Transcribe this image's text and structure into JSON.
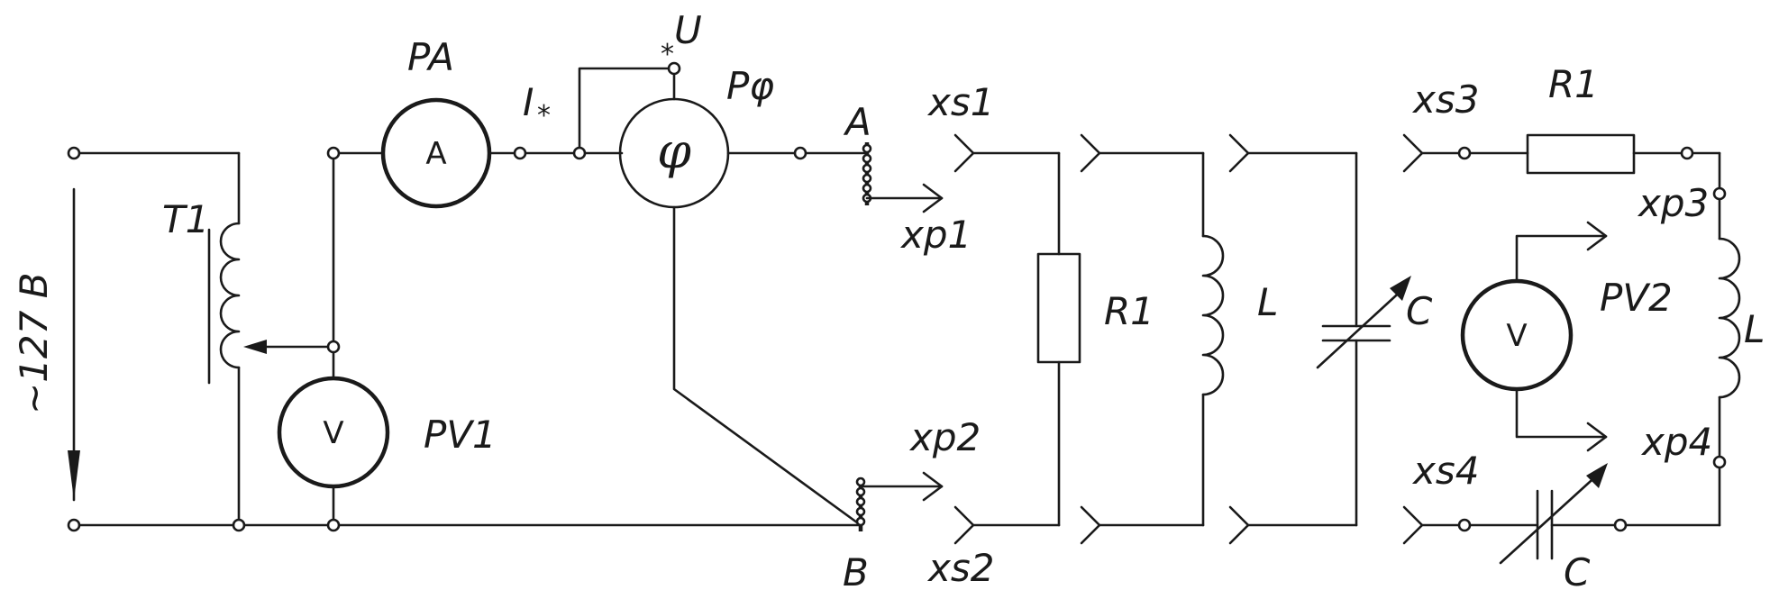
{
  "source": {
    "label": "~127 B"
  },
  "transformer": {
    "label": "T1"
  },
  "ammeter": {
    "label": "PA",
    "symbol": "A"
  },
  "voltmeter1": {
    "label": "PV1",
    "symbol": "V"
  },
  "phase_meter": {
    "label": "Pφ",
    "symbol": "φ",
    "current_terminal": "I",
    "voltage_terminal": "U",
    "star_mark": "*"
  },
  "terminals": {
    "a": "A",
    "b": "B",
    "xp1": "xp1",
    "xp2": "xp2",
    "xs1": "xs1",
    "xs2": "xs2"
  },
  "modules": {
    "resistor": "R1",
    "inductor": "L",
    "capacitor": "C"
  },
  "series_circuit": {
    "xs3": "xs3",
    "xs4": "xs4",
    "xp3": "xp3",
    "xp4": "xp4",
    "resistor": "R1",
    "inductor": "L",
    "capacitor": "C",
    "voltmeter": {
      "label": "PV2",
      "symbol": "V"
    }
  }
}
